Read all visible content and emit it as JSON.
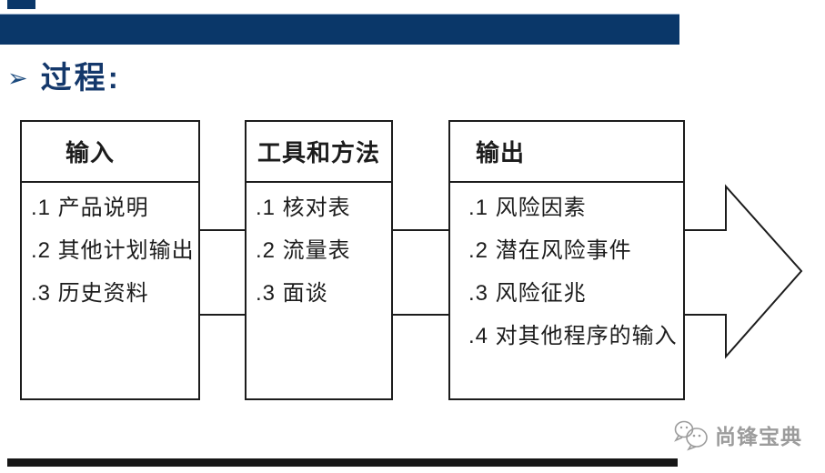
{
  "header": {
    "bullet": "➢",
    "title": "过程:"
  },
  "diagram": {
    "boxes": [
      {
        "header": "输入",
        "items": [
          ".1 产品说明",
          ".2 其他计划输出",
          ".3 历史资料"
        ]
      },
      {
        "header": "工具和方法",
        "items": [
          ".1 核对表",
          ".2 流量表",
          ".3 面谈"
        ]
      },
      {
        "header": "输出",
        "items": [
          ".1 风险因素",
          ".2 潜在风险事件",
          ".3 风险征兆",
          ".4 对其他程序的输入"
        ]
      }
    ],
    "flow_arrow": "right-block-arrow"
  },
  "watermark": {
    "icon": "wechat-bubbles-icon",
    "text": "尚锋宝典"
  },
  "colors": {
    "bar_navy": "#0a3769",
    "title_navy": "#14386b",
    "line_black": "#1c1c1c",
    "watermark_grey": "#9c9c9c"
  }
}
